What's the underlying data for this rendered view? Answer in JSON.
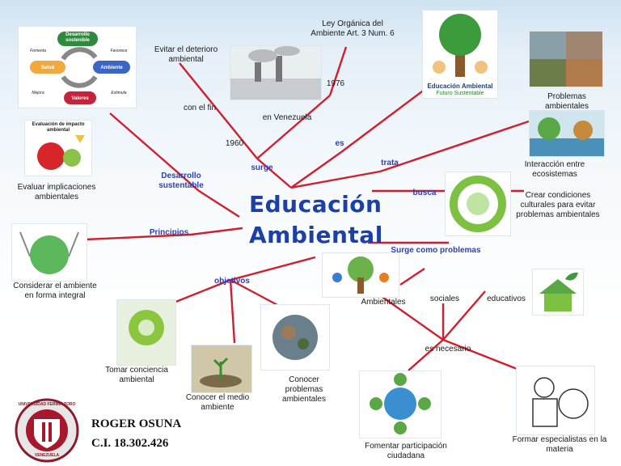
{
  "title": {
    "line1": "Educación",
    "line2": "Ambiental"
  },
  "author": {
    "name": "ROGER OSUNA",
    "id": "C.I. 18.302.426"
  },
  "links": {
    "surge": "surge",
    "year1960": "1960",
    "year1976": "1976",
    "en_venezuela": "en Venezuela",
    "ley": "Ley Orgánica del Ambiente Art. 3 Num. 6",
    "con_el_fin": "con el fin",
    "evitar": "Evitar el deterioro ambiental",
    "es": "es",
    "trata": "trata",
    "busca": "busca",
    "surge_problemas": "Surge como problemas",
    "principios": "Principios",
    "desarrollo": "Desarrollo sustentable",
    "objetivos": "objetivos",
    "es_necesario": "es necesario"
  },
  "nodes": {
    "problemas_ambientales": "Problemas ambientales",
    "interaccion": "Interacción entre ecosistemas",
    "crear_condiciones": "Crear condiciones culturales para evitar problemas ambientales",
    "evaluar": "Evaluar implicaciones ambientales",
    "considerar": "Considerar el ambiente en forma integral",
    "tomar_conciencia": "Tomar conciencia ambiental",
    "conocer_medio": "Conocer el medio ambiente",
    "conocer_problemas": "Conocer problemas ambientales",
    "ambientales": "Ambientales",
    "sociales": "sociales",
    "educativos": "educativos",
    "fomentar": "Fomentar participación ciudadana",
    "formar": "Formar especialistas en la materia"
  },
  "image_text": {
    "cycle_top": "Desarrollo sostenible",
    "cycle_left": "Salud",
    "cycle_right": "Ambiente",
    "cycle_bottom": "Valores",
    "cycle_tl": "Fomenta",
    "cycle_tr": "Favorece",
    "cycle_l": "Mejora",
    "cycle_r": "Estimula",
    "evaluacion": "Evaluación de impacto ambiental",
    "tree_title": "Educación Ambiental",
    "tree_sub": "Futuro Sustentable",
    "logo_top": "UNIVERSIDAD FERMÍN TORO",
    "logo_bottom": "VENEZUELA"
  },
  "colors": {
    "connector": "#d01f2e",
    "title": "#1c3fa8",
    "link_label": "#2a3fbd"
  }
}
